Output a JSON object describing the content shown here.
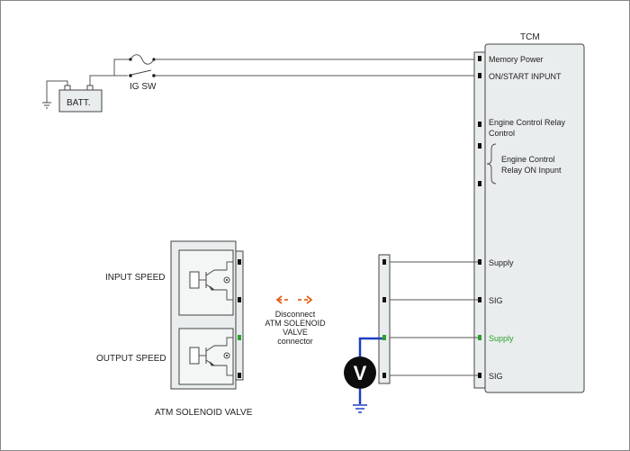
{
  "colors": {
    "box_fill": "#e9eded",
    "wire": "#555555",
    "arrow": "#e2641c",
    "meter_wire": "#1f3fbf",
    "green_text": "#2ea02e",
    "pin": "#111111"
  },
  "battery": {
    "label": "BATT."
  },
  "ig_switch": {
    "label": "IG SW"
  },
  "tcm": {
    "title": "TCM",
    "pins": [
      "Memory Power",
      "ON/START  INPUNT",
      "Engine Control Relay",
      "Control",
      "Engine Control",
      "Relay ON Inpunt",
      "Supply",
      "SIG",
      "Supply",
      "SIG"
    ]
  },
  "solenoid": {
    "label": "ATM SOLENOID VALVE",
    "input_label": "INPUT SPEED",
    "output_label": "OUTPUT SPEED"
  },
  "instruction": [
    "Disconnect",
    "ATM SOLENOID",
    "VALVE",
    "connector"
  ],
  "voltmeter": {
    "symbol": "V"
  },
  "icons": [
    "fuse-icon",
    "switch-icon",
    "ground-icon",
    "transistor-icon",
    "voltmeter-icon",
    "brace-icon",
    "arrow-left-icon",
    "arrow-right-icon"
  ]
}
